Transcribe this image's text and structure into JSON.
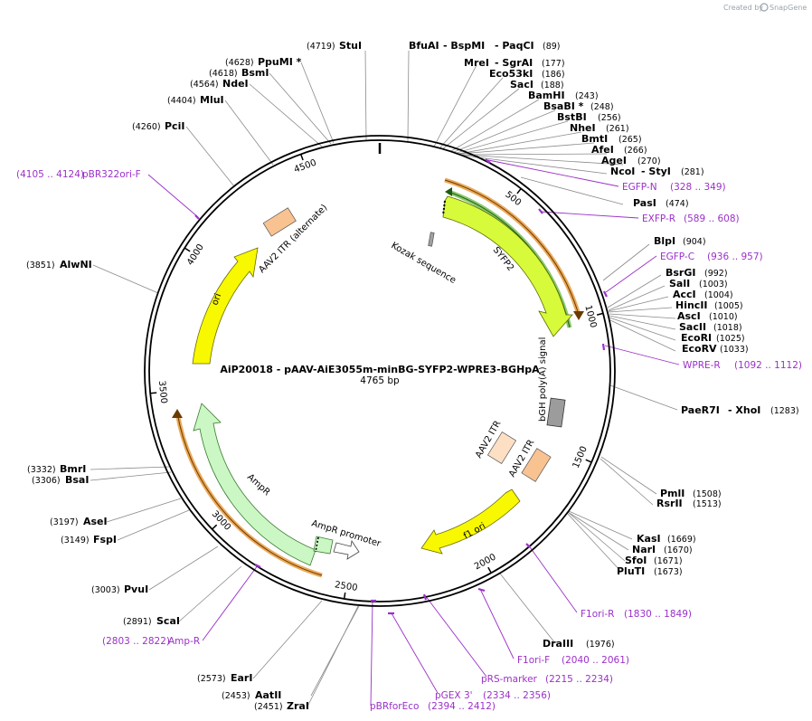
{
  "plasmid": {
    "name": "AiP20018 - pAAV-AiE3055m-minBG-SYFP2-WPRE3-BGHpA",
    "length_label": "4765 bp",
    "length": 4765
  },
  "branding": {
    "created_by": "Created by",
    "product": "SnapGene"
  },
  "ruler_ticks": [
    "500",
    "1000",
    "1500",
    "2000",
    "2500",
    "3000",
    "3500",
    "4000",
    "4500"
  ],
  "restriction_sites": [
    {
      "name": "StuI",
      "pos": "(4719)"
    },
    {
      "name": "BfuAI",
      "pos": ""
    },
    {
      "name": "- BspMI",
      "pos": ""
    },
    {
      "name": "- PaqCI",
      "pos": "(89)"
    },
    {
      "name": "MreI",
      "pos": ""
    },
    {
      "name": "- SgrAI",
      "pos": "(177)"
    },
    {
      "name": "Eco53kI",
      "pos": "(186)"
    },
    {
      "name": "SacI",
      "pos": "(188)"
    },
    {
      "name": "BamHI",
      "pos": "(243)"
    },
    {
      "name": "BsaBI *",
      "pos": "(248)"
    },
    {
      "name": "BstBI",
      "pos": "(256)"
    },
    {
      "name": "NheI",
      "pos": "(261)"
    },
    {
      "name": "BmtI",
      "pos": "(265)"
    },
    {
      "name": "AfeI",
      "pos": "(266)"
    },
    {
      "name": "AgeI",
      "pos": "(270)"
    },
    {
      "name": "NcoI",
      "pos": ""
    },
    {
      "name": "- StyI",
      "pos": "(281)"
    },
    {
      "name": "PasI",
      "pos": "(474)"
    },
    {
      "name": "BlpI",
      "pos": "(904)"
    },
    {
      "name": "BsrGI",
      "pos": "(992)"
    },
    {
      "name": "SalI",
      "pos": "(1003)"
    },
    {
      "name": "AccI",
      "pos": "(1004)"
    },
    {
      "name": "HincII",
      "pos": "(1005)"
    },
    {
      "name": "AscI",
      "pos": "(1010)"
    },
    {
      "name": "SacII",
      "pos": "(1018)"
    },
    {
      "name": "EcoRI",
      "pos": "(1025)"
    },
    {
      "name": "EcoRV",
      "pos": "(1033)"
    },
    {
      "name": "PaeR7I",
      "pos": ""
    },
    {
      "name": "- XhoI",
      "pos": "(1283)"
    },
    {
      "name": "PmlI",
      "pos": "(1508)"
    },
    {
      "name": "RsrII",
      "pos": "(1513)"
    },
    {
      "name": "KasI",
      "pos": "(1669)"
    },
    {
      "name": "NarI",
      "pos": "(1670)"
    },
    {
      "name": "SfoI",
      "pos": "(1671)"
    },
    {
      "name": "PluTI",
      "pos": "(1673)"
    },
    {
      "name": "DraIII",
      "pos": "(1976)"
    },
    {
      "name": "ZraI",
      "pos": "(2451)"
    },
    {
      "name": "AatII",
      "pos": "(2453)"
    },
    {
      "name": "EarI",
      "pos": "(2573)"
    },
    {
      "name": "ScaI",
      "pos": "(2891)"
    },
    {
      "name": "PvuI",
      "pos": "(3003)"
    },
    {
      "name": "FspI",
      "pos": "(3149)"
    },
    {
      "name": "AseI",
      "pos": "(3197)"
    },
    {
      "name": "BsaI",
      "pos": "(3306)"
    },
    {
      "name": "BmrI",
      "pos": "(3332)"
    },
    {
      "name": "AlwNI",
      "pos": "(3851)"
    },
    {
      "name": "PciI",
      "pos": "(4260)"
    },
    {
      "name": "MluI",
      "pos": "(4404)"
    },
    {
      "name": "NdeI",
      "pos": "(4564)"
    },
    {
      "name": "BsmI",
      "pos": "(4618)"
    },
    {
      "name": "PpuMI *",
      "pos": "(4628)"
    }
  ],
  "primers": [
    {
      "name": "EGFP-N",
      "range": "(328 .. 349)"
    },
    {
      "name": "EXFP-R",
      "range": "(589 .. 608)"
    },
    {
      "name": "EGFP-C",
      "range": "(936 .. 957)"
    },
    {
      "name": "WPRE-R",
      "range": "(1092 .. 1112)"
    },
    {
      "name": "F1ori-R",
      "range": "(1830 .. 1849)"
    },
    {
      "name": "F1ori-F",
      "range": "(2040 .. 2061)"
    },
    {
      "name": "pRS-marker",
      "range": "(2215 .. 2234)"
    },
    {
      "name": "pGEX 3'",
      "range": "(2334 .. 2356)"
    },
    {
      "name": "pBRforEco",
      "range": "(2394 .. 2412)"
    },
    {
      "name": "Amp-R",
      "range": "(2803 .. 2822)"
    },
    {
      "name": "pBR322ori-F",
      "range": "(4105 .. 4124)"
    }
  ],
  "features": [
    {
      "name": "SYFP2",
      "type": "cds",
      "color": "#d7fa3a"
    },
    {
      "name": "Kozak sequence",
      "type": "misc",
      "color": "#a0a0a0"
    },
    {
      "name": "bGH poly(A) signal",
      "type": "polyA",
      "color": "#9c9c9c"
    },
    {
      "name": "AAV2 ITR",
      "type": "repeat",
      "color": "#fde0c4"
    },
    {
      "name": "AAV2 ITR",
      "type": "repeat",
      "color": "#f9c291"
    },
    {
      "name": "f1 ori",
      "type": "origin",
      "color": "#f8f800"
    },
    {
      "name": "AmpR",
      "type": "cds",
      "color": "#cbf7c4"
    },
    {
      "name": "AmpR promoter",
      "type": "promoter",
      "color": "#ffffff"
    },
    {
      "name": "ori",
      "type": "origin",
      "color": "#f8f800"
    },
    {
      "name": "AAV2 ITR (alternate)",
      "type": "repeat",
      "color": "#f9c291"
    }
  ],
  "colors": {
    "primer": "#9b30c8",
    "backbone": "#000000",
    "orf_orange": "#e89a3c",
    "orf_green": "#57a832",
    "brand": "#9aa3ad"
  }
}
